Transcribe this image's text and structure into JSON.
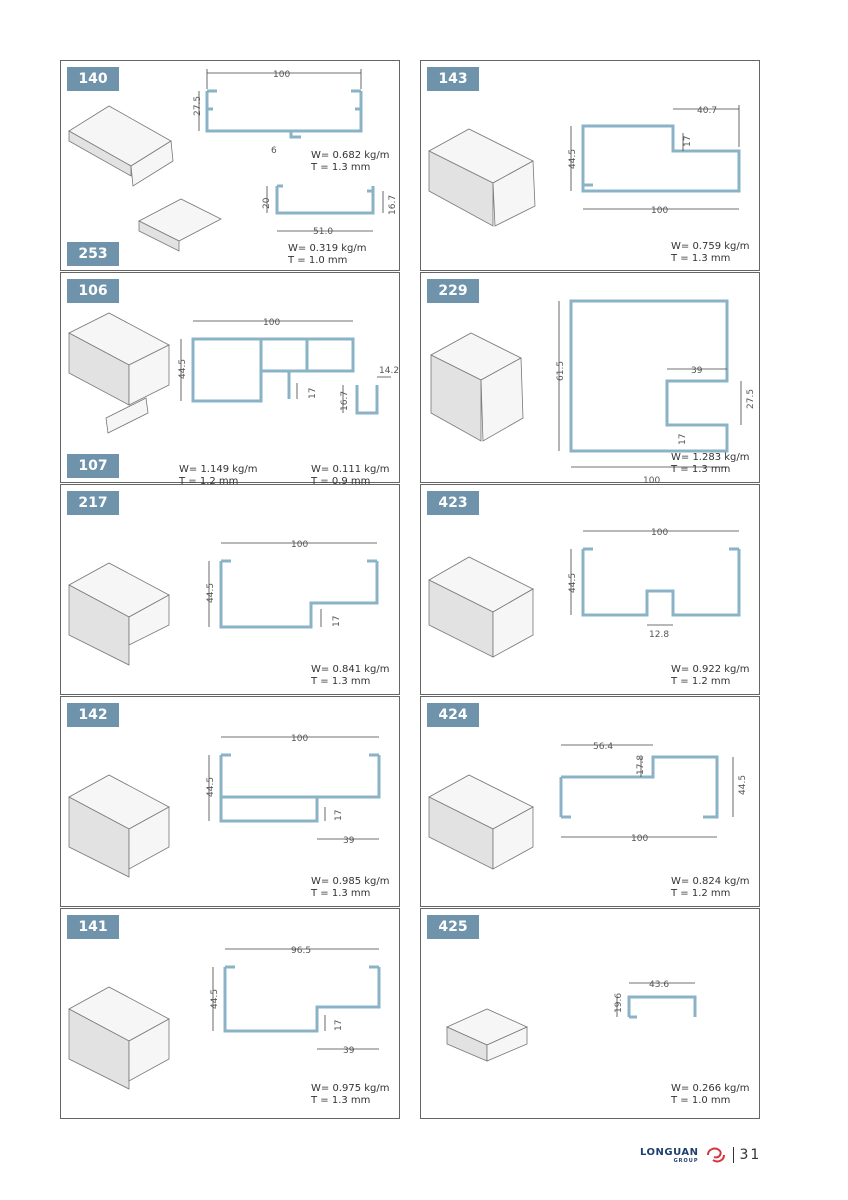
{
  "cells": {
    "p140": {
      "code": "140",
      "code2": "253",
      "dims": [
        "100",
        "27.5",
        "6",
        "20",
        "51.0",
        "16.7"
      ],
      "w": "W= 0.682 kg/m",
      "t": "T = 1.3 mm",
      "w2": "W= 0.319 kg/m",
      "t2": "T = 1.0 mm"
    },
    "p143": {
      "code": "143",
      "dims": [
        "40.7",
        "44.5",
        "17",
        "100"
      ],
      "w": "W= 0.759 kg/m",
      "t": "T = 1.3 mm"
    },
    "p106": {
      "code": "106",
      "code2": "107",
      "dims": [
        "100",
        "44.5",
        "17",
        "14.2",
        "16.7"
      ],
      "w": "W= 1.149 kg/m",
      "t": "T = 1.2 mm",
      "w2": "W= 0.111 kg/m",
      "t2": "T = 0.9 mm"
    },
    "p229": {
      "code": "229",
      "dims": [
        "39",
        "61.5",
        "27.5",
        "17",
        "100"
      ],
      "w": "W= 1.283 kg/m",
      "t": "T = 1.3 mm"
    },
    "p217": {
      "code": "217",
      "dims": [
        "100",
        "44.5",
        "17"
      ],
      "w": "W= 0.841 kg/m",
      "t": "T = 1.3 mm"
    },
    "p423": {
      "code": "423",
      "dims": [
        "100",
        "44.5",
        "12.8"
      ],
      "w": "W= 0.922 kg/m",
      "t": "T = 1.2 mm"
    },
    "p142": {
      "code": "142",
      "dims": [
        "100",
        "44.5",
        "17",
        "39"
      ],
      "w": "W= 0.985 kg/m",
      "t": "T = 1.3 mm"
    },
    "p424": {
      "code": "424",
      "dims": [
        "56.4",
        "17.8",
        "44.5",
        "100"
      ],
      "w": "W= 0.824 kg/m",
      "t": "T = 1.2 mm"
    },
    "p141": {
      "code": "141",
      "dims": [
        "96.5",
        "44.5",
        "17",
        "39"
      ],
      "w": "W= 0.975 kg/m",
      "t": "T = 1.3 mm"
    },
    "p425": {
      "code": "425",
      "dims": [
        "43.6",
        "19.6"
      ],
      "w": "W= 0.266 kg/m",
      "t": "T = 1.0 mm"
    }
  },
  "footer": {
    "brand": "LONGUAN",
    "group": "GROUP",
    "page": "31"
  },
  "colors": {
    "badge": "#6f93aa",
    "profile": "#8bb3c7"
  }
}
